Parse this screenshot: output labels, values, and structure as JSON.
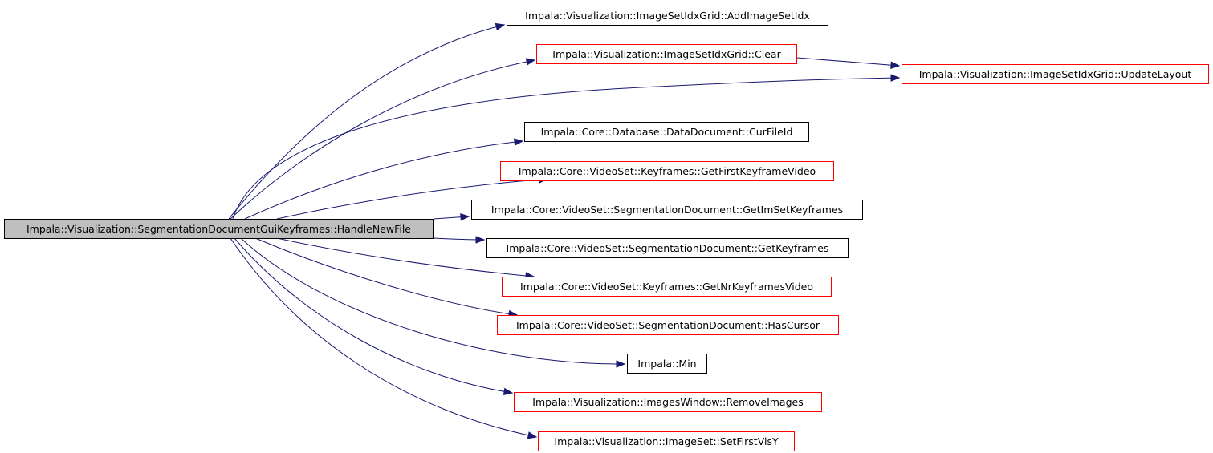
{
  "colors": {
    "edge": "#191970",
    "black_border": "#000000",
    "red_border": "#ff0000",
    "root_fill": "#bfbfbf"
  },
  "root": {
    "label": "Impala::Visualization::SegmentationDocumentGuiKeyframes::HandleNewFile"
  },
  "nodes": [
    {
      "id": "add_image_set_idx",
      "label": "Impala::Visualization::ImageSetIdxGrid::AddImageSetIdx",
      "border": "black"
    },
    {
      "id": "clear",
      "label": "Impala::Visualization::ImageSetIdxGrid::Clear",
      "border": "red"
    },
    {
      "id": "update_layout",
      "label": "Impala::Visualization::ImageSetIdxGrid::UpdateLayout",
      "border": "red"
    },
    {
      "id": "cur_file_id",
      "label": "Impala::Core::Database::DataDocument::CurFileId",
      "border": "black"
    },
    {
      "id": "get_first_keyframe_video",
      "label": "Impala::Core::VideoSet::Keyframes::GetFirstKeyframeVideo",
      "border": "red"
    },
    {
      "id": "get_im_set_keyframes",
      "label": "Impala::Core::VideoSet::SegmentationDocument::GetImSetKeyframes",
      "border": "black"
    },
    {
      "id": "get_keyframes",
      "label": "Impala::Core::VideoSet::SegmentationDocument::GetKeyframes",
      "border": "black"
    },
    {
      "id": "get_nr_keyframes_video",
      "label": "Impala::Core::VideoSet::Keyframes::GetNrKeyframesVideo",
      "border": "red"
    },
    {
      "id": "has_cursor",
      "label": "Impala::Core::VideoSet::SegmentationDocument::HasCursor",
      "border": "red"
    },
    {
      "id": "min",
      "label": "Impala::Min",
      "border": "black"
    },
    {
      "id": "remove_images",
      "label": "Impala::Visualization::ImagesWindow::RemoveImages",
      "border": "red"
    },
    {
      "id": "set_first_vis_y",
      "label": "Impala::Visualization::ImageSet::SetFirstVisY",
      "border": "red"
    }
  ],
  "edges": [
    {
      "from": "root",
      "to": "add_image_set_idx"
    },
    {
      "from": "root",
      "to": "clear"
    },
    {
      "from": "root",
      "to": "update_layout"
    },
    {
      "from": "clear",
      "to": "update_layout"
    },
    {
      "from": "root",
      "to": "cur_file_id"
    },
    {
      "from": "root",
      "to": "get_first_keyframe_video"
    },
    {
      "from": "root",
      "to": "get_im_set_keyframes"
    },
    {
      "from": "root",
      "to": "get_keyframes"
    },
    {
      "from": "root",
      "to": "get_nr_keyframes_video"
    },
    {
      "from": "root",
      "to": "has_cursor"
    },
    {
      "from": "root",
      "to": "min"
    },
    {
      "from": "root",
      "to": "remove_images"
    },
    {
      "from": "root",
      "to": "set_first_vis_y"
    }
  ]
}
